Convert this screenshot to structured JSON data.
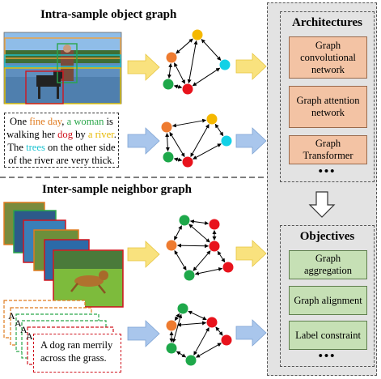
{
  "top_title": "Intra-sample object graph",
  "bottom_title": "Inter-sample neighbor graph",
  "caption": {
    "t1": "One ",
    "t2": "fine day",
    "t3": ", ",
    "t4": "a woman",
    "t5": " is walking her ",
    "t6": "dog",
    "t7": " by ",
    "t8": "a river",
    "t9": ". The ",
    "t10": "trees",
    "t11": " on the other side of the river are very thick."
  },
  "front_card_text": "A dog ran merrily across the grass.",
  "stack_card_letter": "A",
  "architectures": {
    "title": "Architectures",
    "items": [
      "Graph convolutional network",
      "Graph attention network",
      "Graph Transformer"
    ],
    "more": "•••"
  },
  "objectives": {
    "title": "Objectives",
    "items": [
      "Graph aggregation",
      "Graph alignment",
      "Label constraint"
    ],
    "more": "•••"
  },
  "colors": {
    "node_orange": "#ee7b30",
    "node_green": "#1ea84a",
    "node_red": "#e8131c",
    "node_yellow": "#f5b800",
    "node_cyan": "#12d1e6",
    "arrow_yellow": "#f9e27e",
    "arrow_blue": "#a9c6ec",
    "arch_fill": "#f3c3a4",
    "obj_fill": "#c6e0b5"
  }
}
